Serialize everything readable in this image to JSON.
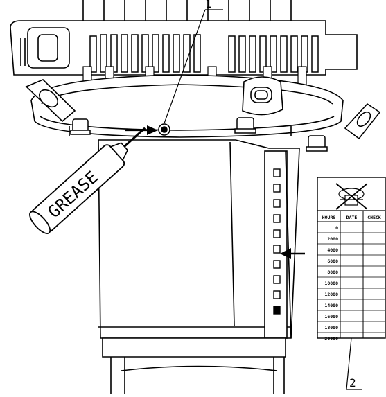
{
  "callouts": [
    {
      "id": "1",
      "label": "1"
    },
    {
      "id": "2",
      "label": "2"
    }
  ],
  "grease_gun": {
    "label": "GREASE"
  },
  "log_card": {
    "icon": "grease-nipple-icon",
    "columns": [
      "HOURS",
      "DATE",
      "CHECK"
    ],
    "rows": [
      "0",
      "2000",
      "4000",
      "6000",
      "8000",
      "10000",
      "12000",
      "14000",
      "16000",
      "18000",
      "20000"
    ]
  },
  "colors": {
    "line": "#000000",
    "background": "#ffffff"
  }
}
